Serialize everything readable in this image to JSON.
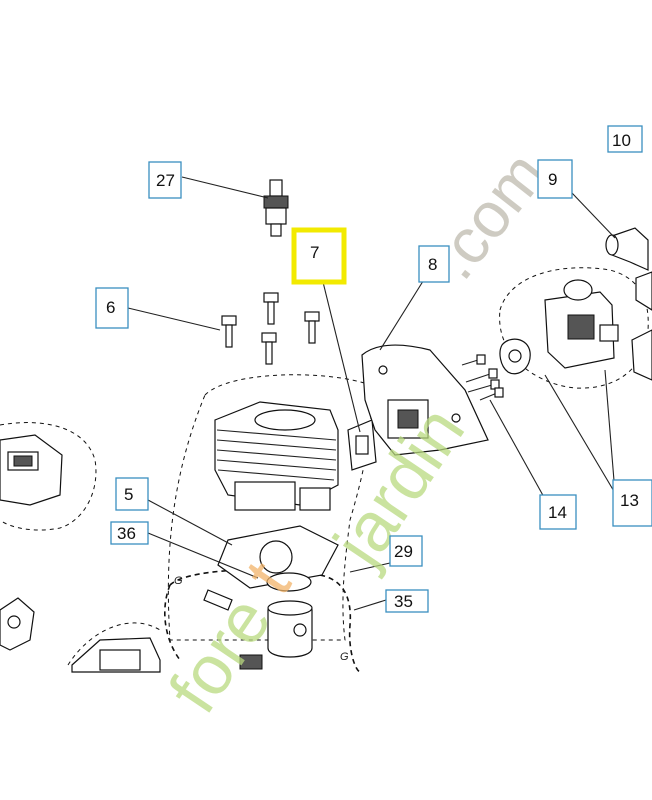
{
  "labels": {
    "l27": "27",
    "l7": "7",
    "l8": "8",
    "l9": "9",
    "l10": "10",
    "l6": "6",
    "l14": "14",
    "l13": "13",
    "l5": "5",
    "l36": "36",
    "l29": "29",
    "l35": "35"
  },
  "markers": {
    "g": "G"
  },
  "watermark": {
    "part1": "fore",
    "part2": "t",
    "part3": "jardin",
    "part4": ".com"
  },
  "colors": {
    "highlight": "#f2ea00",
    "label_border": "#3a8fc0"
  }
}
